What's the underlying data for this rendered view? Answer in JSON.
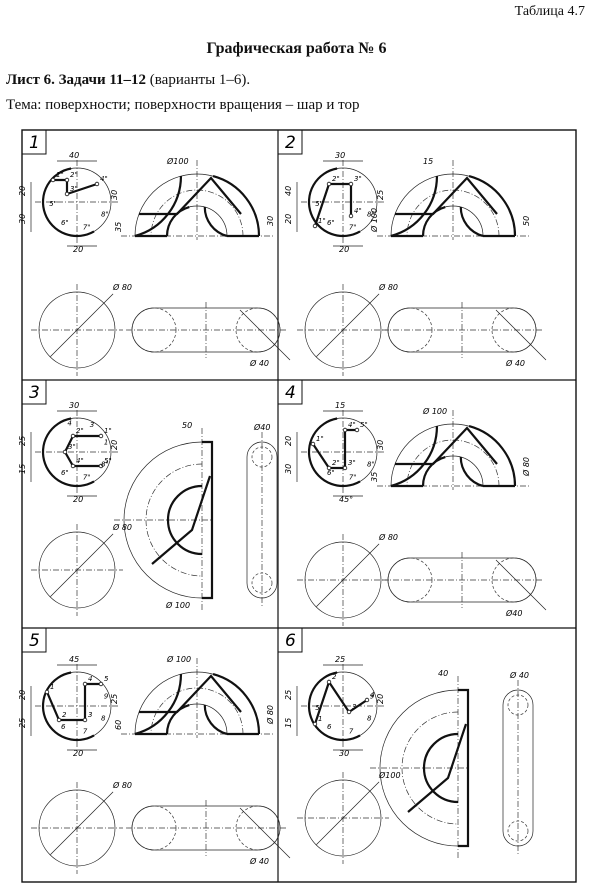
{
  "header": {
    "table_label": "Таблица 4.7",
    "work_title": "Графическая работа № 6",
    "sheet_bold": "Лист 6. Задачи 11–12",
    "sheet_rest": " (варианты 1–6).",
    "topic": "Тема: поверхности; поверхности вращения – шар и тор"
  },
  "variants": [
    {
      "number": "1",
      "dims": [
        "40",
        "20",
        "30",
        "30",
        "20",
        "Ø100",
        "35",
        "30",
        "Ø 80",
        "Ø 40"
      ],
      "points": [
        "1\"",
        "2\"",
        "3\"",
        "4\"",
        "5\"",
        "6\"",
        "7\"",
        "8\""
      ]
    },
    {
      "number": "2",
      "dims": [
        "30",
        "40",
        "20",
        "25",
        "20",
        "15",
        "Ø 100",
        "50",
        "Ø 80",
        "Ø 40"
      ],
      "points": [
        "1\"",
        "2\"",
        "3\"",
        "4\"",
        "5\"",
        "6\"",
        "7\"",
        "8\""
      ]
    },
    {
      "number": "3",
      "dims": [
        "30",
        "25",
        "15",
        "20",
        "20",
        "50",
        "Ø40",
        "Ø 80",
        "Ø 100"
      ],
      "points": [
        "1\"",
        "2\"",
        "3\"",
        "4\"",
        "5\"",
        "6\"",
        "7\"",
        "8\"",
        "1",
        "3",
        "4"
      ]
    },
    {
      "number": "4",
      "dims": [
        "15",
        "20",
        "30",
        "30",
        "45°",
        "Ø 100",
        "35",
        "Ø 80",
        "Ø40"
      ],
      "points": [
        "1\"",
        "2\"",
        "3\"",
        "4\"",
        "5\"",
        "6\"",
        "7\"",
        "8\""
      ]
    },
    {
      "number": "5",
      "dims": [
        "45",
        "20",
        "25",
        "25",
        "20",
        "Ø 100",
        "60",
        "Ø 80",
        "Ø 40"
      ],
      "points": [
        "1",
        "2",
        "3",
        "4",
        "5",
        "6",
        "7",
        "8",
        "9"
      ]
    },
    {
      "number": "6",
      "dims": [
        "25",
        "25",
        "15",
        "20",
        "30",
        "40",
        "Ø 40",
        "Ø100"
      ],
      "points": [
        "1",
        "2",
        "3",
        "4",
        "5",
        "6",
        "7",
        "8",
        "9"
      ]
    }
  ]
}
